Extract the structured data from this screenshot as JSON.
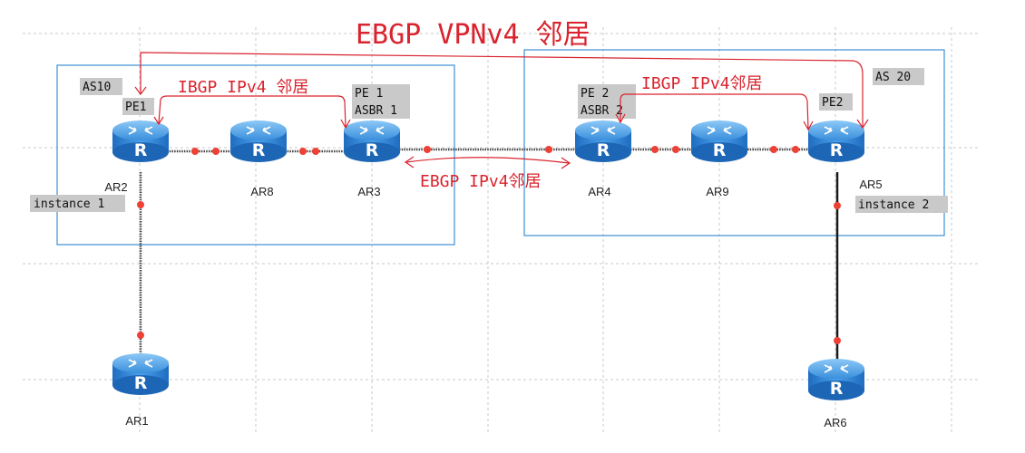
{
  "title": "EBGP VPNv4 邻居",
  "annotations": {
    "ibgp_as10": "IBGP IPv4 邻居",
    "ibgp_as20": "IBGP IPv4邻居",
    "ebgp_ipv4": "EBGP IPv4邻居"
  },
  "as_labels": {
    "as10": "AS10",
    "as20": "AS 20"
  },
  "tags": {
    "pe1": "PE1",
    "pe1_asbr1_line1": "PE 1",
    "pe1_asbr1_line2": "ASBR 1",
    "pe2_asbr2_line1": "PE 2",
    "pe2_asbr2_line2": "ASBR 2",
    "pe2": "PE2",
    "instance1": "instance 1",
    "instance2": "instance 2"
  },
  "devices": {
    "ar1": "AR1",
    "ar2": "AR2",
    "ar3": "AR3",
    "ar4": "AR4",
    "ar5": "AR5",
    "ar6": "AR6",
    "ar8": "AR8",
    "ar9": "AR9"
  },
  "colors": {
    "annotation": "#d9232e",
    "as_box": "#3d8fd6",
    "router": "#2f7fd0",
    "port": "#ee4035"
  },
  "icons": {
    "router": "router-icon"
  }
}
